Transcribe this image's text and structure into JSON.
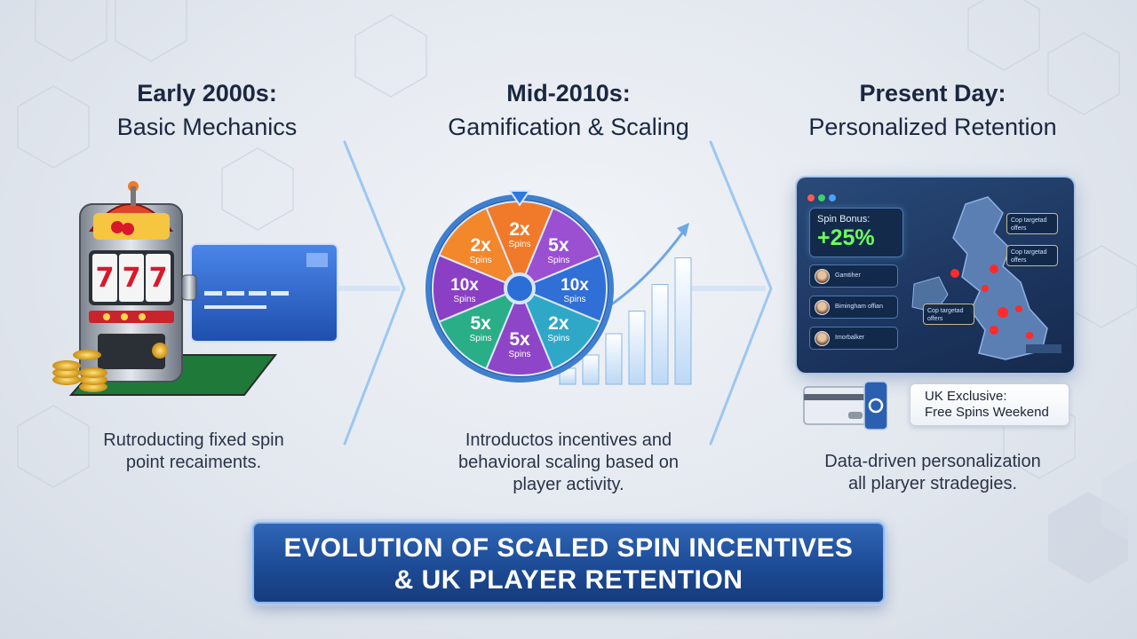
{
  "stages": [
    {
      "heading_line1": "Early 2000s:",
      "heading_line2": "Basic Mechanics",
      "desc_line1": "Rutroducting fixed spin",
      "desc_line2": "point recaiments."
    },
    {
      "heading_line1": "Mid-2010s:",
      "heading_line2": "Gamification & Scaling",
      "desc_line1": "Introductos incentives and",
      "desc_line2": "behavioral scaling based on",
      "desc_line3": "player activity."
    },
    {
      "heading_line1": "Present Day:",
      "heading_line2": "Personalized Retention",
      "desc_line1": "Data-driven personalization",
      "desc_line2": "all plaryer stradegies."
    }
  ],
  "slot_machine": {
    "reels": [
      "7",
      "7",
      "7"
    ]
  },
  "wheel": {
    "segments": [
      {
        "value": "2x",
        "label": "Spins",
        "color": "#f07a2a"
      },
      {
        "value": "5x",
        "label": "Spins",
        "color": "#9b4fd1"
      },
      {
        "value": "10x",
        "label": "Spins",
        "color": "#2f6fd6"
      },
      {
        "value": "2x",
        "label": "Spins",
        "color": "#2fa8c8"
      },
      {
        "value": "5x",
        "label": "Spins",
        "color": "#8e45c8"
      },
      {
        "value": "5x",
        "label": "Spins",
        "color": "#2aae88"
      },
      {
        "value": "10x",
        "label": "Spins",
        "color": "#8a3fc4"
      },
      {
        "value": "2x",
        "label": "Spins",
        "color": "#f2872c"
      }
    ],
    "bar_levels": [
      0.12,
      0.22,
      0.38,
      0.55,
      0.75,
      0.95
    ]
  },
  "dashboard": {
    "bonus_label": "Spin Bonus:",
    "bonus_value": "+25%",
    "players": [
      {
        "name": "Gamtiher"
      },
      {
        "name": "Bimingham offian"
      },
      {
        "name": "Imorbalker"
      }
    ],
    "map_tags": [
      {
        "line1": "Cop targetad",
        "line2": "offers"
      },
      {
        "line1": "Cop targetad",
        "line2": "offers"
      },
      {
        "line1": "Cop targetad",
        "line2": "offers"
      }
    ]
  },
  "promo": {
    "line1": "UK Exclusive:",
    "line2": "Free Spins Weekend"
  },
  "banner": {
    "line1": "EVOLUTION OF SCALED SPIN INCENTIVES",
    "line2": "& UK PLAYER RETENTION"
  },
  "colors": {
    "banner": "#1d4b96",
    "accent_arrow": "#7fb4ee",
    "bonus_green": "#6cff5a",
    "map_hotspot": "#ff2a2a"
  }
}
